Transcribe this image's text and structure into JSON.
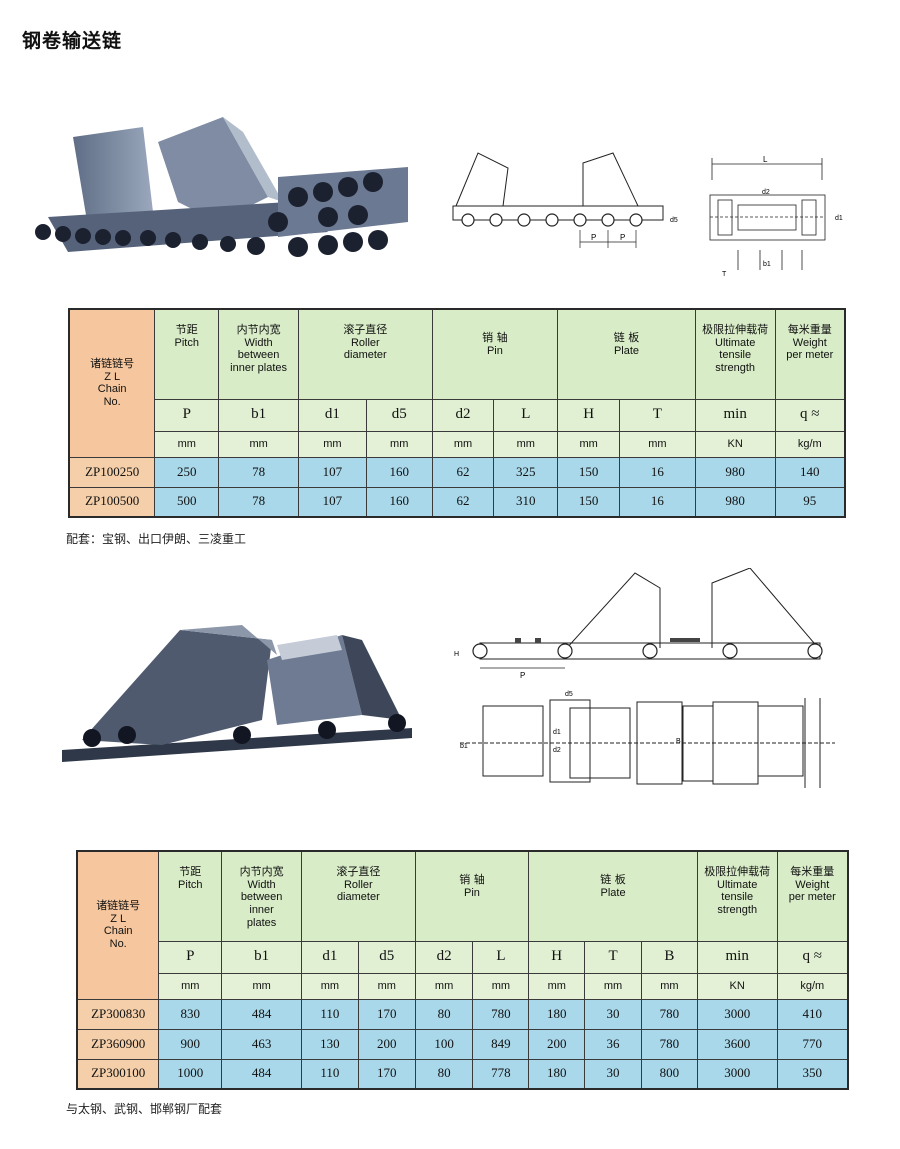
{
  "title": "钢卷输送链",
  "table1": {
    "headers": [
      {
        "cn": "诸链链号",
        "en": [
          "Z L",
          "Chain",
          "No."
        ]
      },
      {
        "cn": "节距",
        "en": [
          "Pitch"
        ]
      },
      {
        "cn": "内节内宽",
        "en": [
          "Width",
          "between",
          "inner plates"
        ]
      },
      {
        "cn": "滚子直径",
        "en": [
          "Roller",
          "diameter"
        ]
      },
      {
        "cn": "销 轴",
        "en": [
          "Pin"
        ]
      },
      {
        "cn": "链 板",
        "en": [
          "Plate"
        ]
      },
      {
        "cn": "极限拉伸载荷",
        "en": [
          "Ultimate",
          "tensile",
          "strength"
        ]
      },
      {
        "cn": "每米重量",
        "en": [
          "Weight",
          "per meter"
        ]
      }
    ],
    "symbols": [
      "P",
      "b1",
      "d1",
      "d5",
      "d2",
      "L",
      "H",
      "T",
      "min",
      "q ≈"
    ],
    "units": [
      "mm",
      "mm",
      "mm",
      "mm",
      "mm",
      "mm",
      "mm",
      "mm",
      "KN",
      "kg/m"
    ],
    "rows": [
      {
        "no": "ZP100250",
        "values": [
          "250",
          "78",
          "107",
          "160",
          "62",
          "325",
          "150",
          "16",
          "980",
          "140"
        ]
      },
      {
        "no": "ZP100500",
        "values": [
          "500",
          "78",
          "107",
          "160",
          "62",
          "310",
          "150",
          "16",
          "980",
          "95"
        ]
      }
    ],
    "note": "配套：宝钢、出口伊朗、三凌重工"
  },
  "table2": {
    "headers": [
      {
        "cn": "诸链链号",
        "en": [
          "Z L",
          "Chain",
          "No."
        ]
      },
      {
        "cn": "节距",
        "en": [
          "Pitch"
        ]
      },
      {
        "cn": "内节内宽",
        "en": [
          "Width",
          "between",
          "inner",
          "plates"
        ]
      },
      {
        "cn": "滚子直径",
        "en": [
          "Roller",
          "diameter"
        ]
      },
      {
        "cn": "销 轴",
        "en": [
          "Pin"
        ]
      },
      {
        "cn": "链 板",
        "en": [
          "Plate"
        ]
      },
      {
        "cn": "极限拉伸载荷",
        "en": [
          "Ultimate",
          "tensile",
          "strength"
        ]
      },
      {
        "cn": "每米重量",
        "en": [
          "Weight",
          "per meter"
        ]
      }
    ],
    "symbols": [
      "P",
      "b1",
      "d1",
      "d5",
      "d2",
      "L",
      "H",
      "T",
      "B",
      "min",
      "q ≈"
    ],
    "units": [
      "mm",
      "mm",
      "mm",
      "mm",
      "mm",
      "mm",
      "mm",
      "mm",
      "mm",
      "KN",
      "kg/m"
    ],
    "rows": [
      {
        "no": "ZP300830",
        "values": [
          "830",
          "484",
          "110",
          "170",
          "80",
          "780",
          "180",
          "30",
          "780",
          "3000",
          "410"
        ]
      },
      {
        "no": "ZP360900",
        "values": [
          "900",
          "463",
          "130",
          "200",
          "100",
          "849",
          "200",
          "36",
          "780",
          "3600",
          "770"
        ]
      },
      {
        "no": "ZP300100",
        "values": [
          "1000",
          "484",
          "110",
          "170",
          "80",
          "778",
          "180",
          "30",
          "800",
          "3000",
          "350"
        ]
      }
    ],
    "note": "与太钢、武钢、邯郸钢厂配套"
  },
  "diagram_labels": {
    "d1_label": "L",
    "p": "P",
    "d5": "d5",
    "d1": "d1",
    "d2": "d2",
    "b1": "b1",
    "t": "T",
    "h": "H",
    "b": "B"
  }
}
